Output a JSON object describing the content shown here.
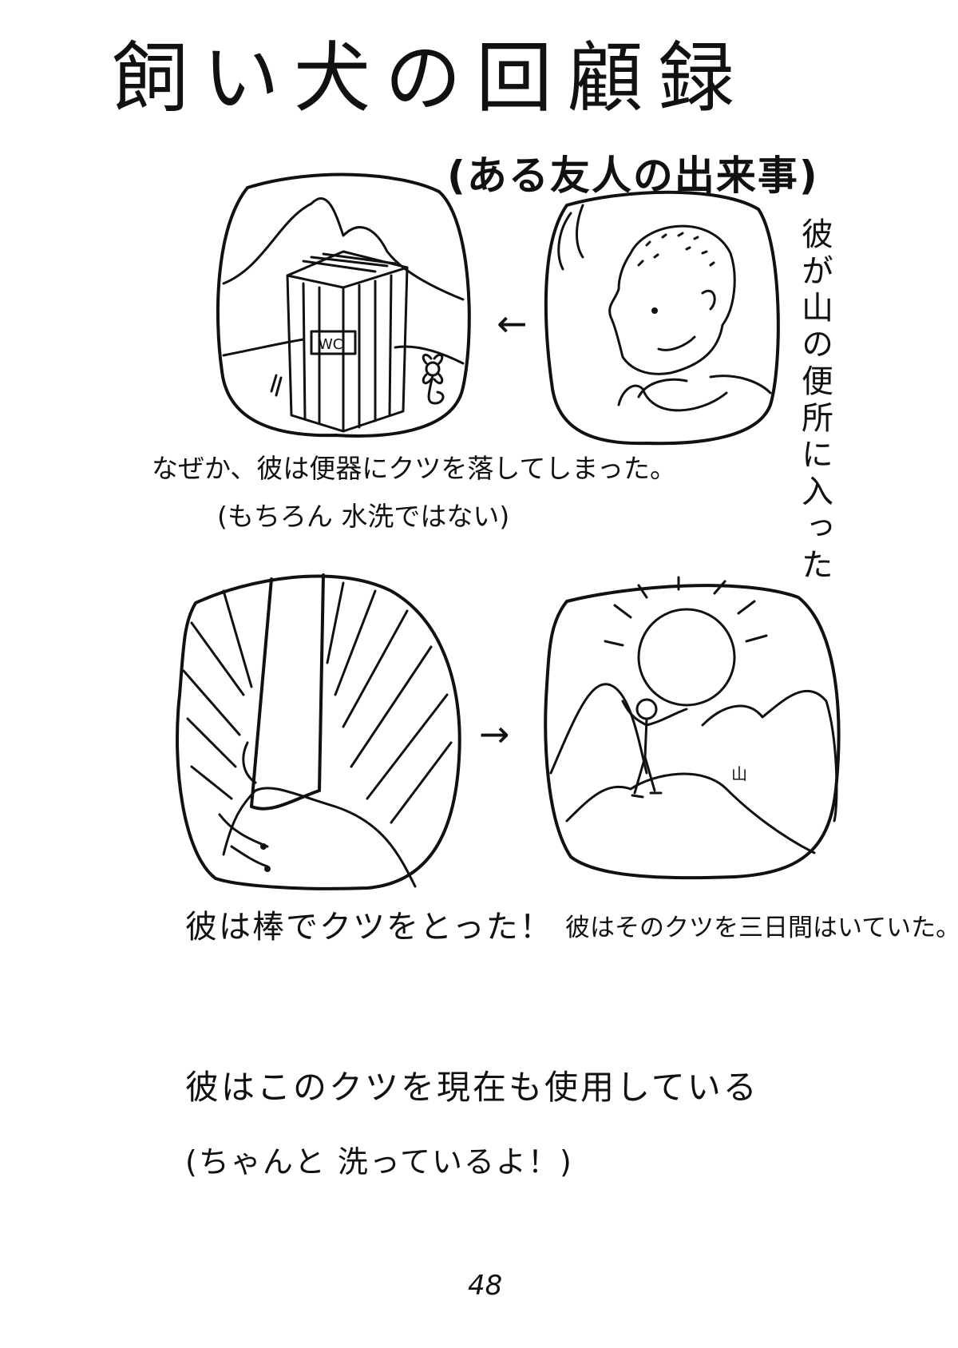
{
  "title": "飼い犬の回顧録",
  "subtitle": "(ある友人の出来事)",
  "panels": {
    "p1_caption_line1": "なぜか、彼は便器にクツを落してしまった。",
    "p1_caption_line2": "(もちろん 水洗ではない)",
    "p2_caption_vertical": "彼が山の便所に入った",
    "p3_caption": "彼は棒でクツをとった！",
    "p4_caption": "彼はそのクツを三日間はいていた。",
    "wc_sign": "WC",
    "mountain_kanji": "山"
  },
  "closing": {
    "line1": "彼はこのクツを現在も使用している",
    "line2": "(ちゃんと 洗っているよ！)"
  },
  "arrows": {
    "arrow_left": "←",
    "arrow_right": "→"
  },
  "page_number": "48"
}
